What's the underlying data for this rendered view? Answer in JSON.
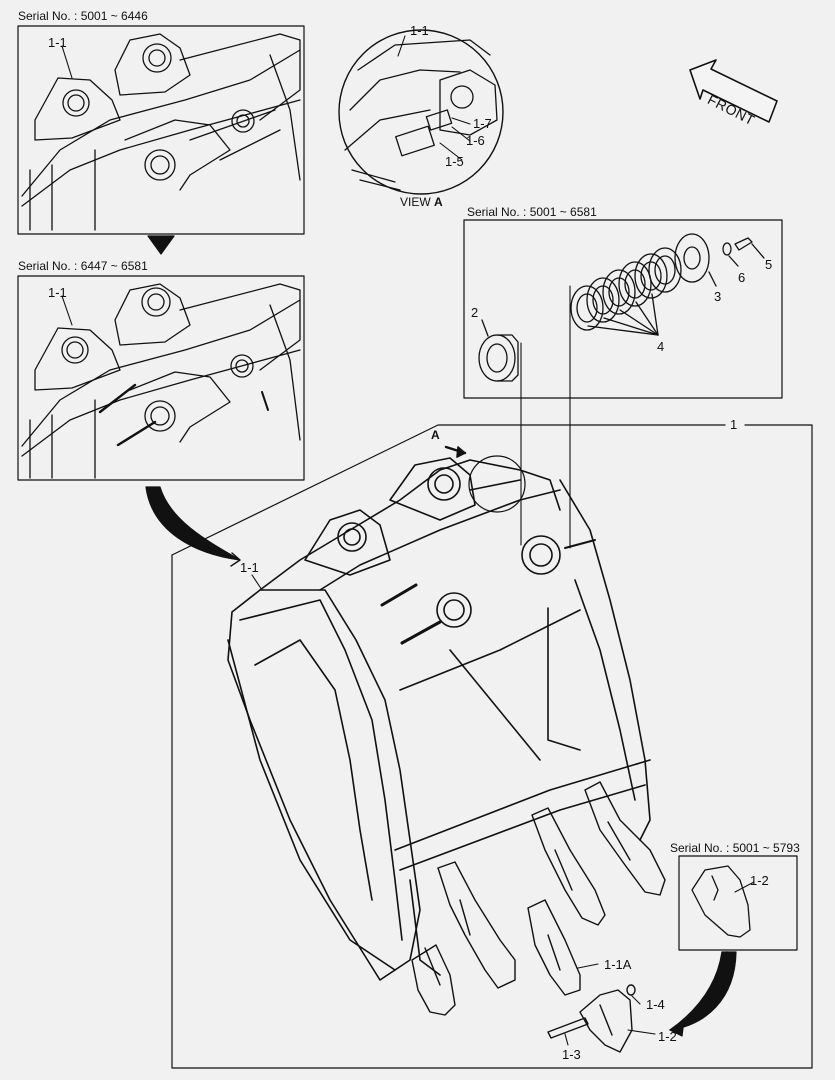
{
  "serials": {
    "top_left": "Serial No. : 5001 ~ 6446",
    "mid_left": "Serial No. : 6447 ~ 6581",
    "mid_right": "Serial No. : 5001 ~ 6581",
    "bottom_right": "Serial No. : 5001 ~ 5793"
  },
  "view": {
    "prefix": "VIEW ",
    "letter": "A"
  },
  "front_label": "FRONT",
  "arrow_letter": "A",
  "callouts": {
    "top_left_1_1": "1-1",
    "mid_left_1_1": "1-1",
    "main_1_1": "1-1",
    "main_1": "1",
    "view_1_1": "1-1",
    "view_1_7": "1-7",
    "view_1_6": "1-6",
    "view_1_5": "1-5",
    "part_2": "2",
    "part_3": "3",
    "part_4": "4",
    "part_5": "5",
    "part_6": "6",
    "tooth_1_1A": "1-1A",
    "pin_1_4": "1-4",
    "pin_1_3": "1-3",
    "tip_1_2": "1-2",
    "inset_1_2": "1-2"
  }
}
